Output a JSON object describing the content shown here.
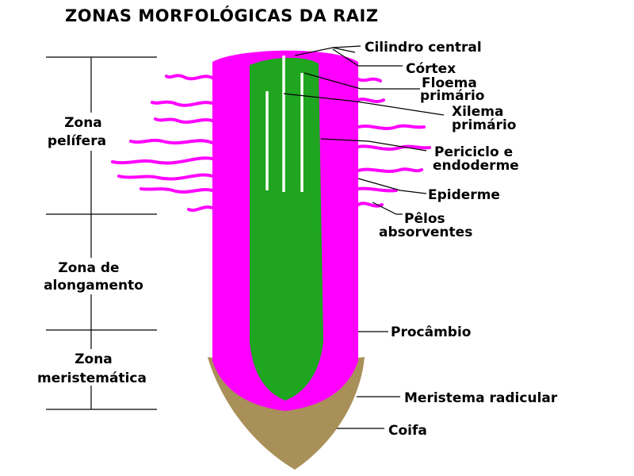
{
  "title": "ZONAS MORFOLÓGICAS DA RAIZ",
  "colors": {
    "epidermis": "#ff00ff",
    "central_cylinder": "#1fa51f",
    "root_cap": "#a89058",
    "xylem_phloem_lines": "#ffffff"
  },
  "zones": {
    "pelifera_line1": "Zona",
    "pelifera_line2": "pelífera",
    "alongamento_line1": "Zona de",
    "alongamento_line2": "alongamento",
    "meristematica_line1": "Zona",
    "meristematica_line2": "meristemática"
  },
  "labels": {
    "cilindro_central": "Cilindro central",
    "cortex": "Córtex",
    "floema_line1": "Floema",
    "floema_line2": "primário",
    "xilema_line1": "Xilema",
    "xilema_line2": "primário",
    "periciclo_line1": "Periciclo e",
    "periciclo_line2": "endoderme",
    "epiderme": "Epiderme",
    "pelos_line1": "Pêlos",
    "pelos_line2": "absorventes",
    "procambio": "Procâmbio",
    "meristema": "Meristema radicular",
    "coifa": "Coifa"
  }
}
